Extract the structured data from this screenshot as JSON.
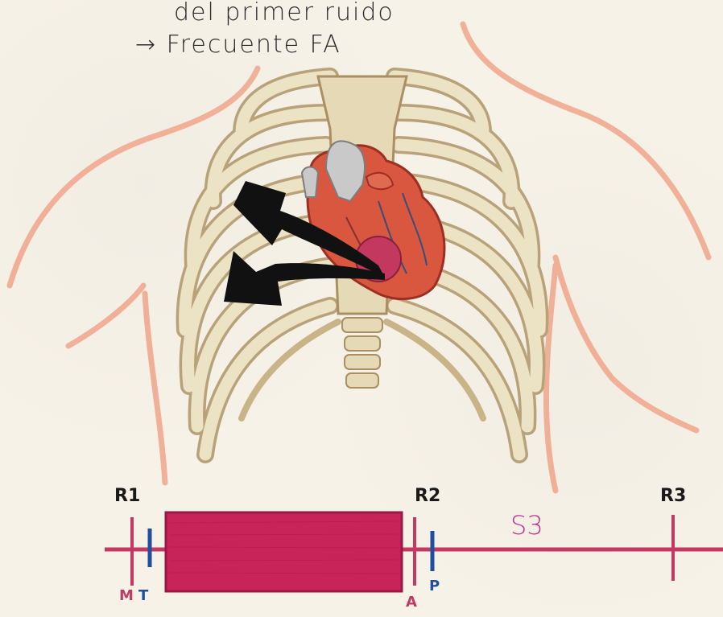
{
  "notes": {
    "line1": "del primer ruido",
    "line2": "→ Frecuente  FA"
  },
  "timeline": {
    "sounds": {
      "r1": "R1",
      "r2": "R2",
      "r3": "R3",
      "s3": "S3"
    },
    "valves": {
      "mitral": "M",
      "tricuspid": "T",
      "aortic": "A",
      "pulmonary": "P"
    }
  },
  "colors": {
    "body_outline": "#f0a58a",
    "bone": "#ece2c4",
    "bone_shadow": "#b8a27a",
    "heart": "#d9573f",
    "arrow": "#111111",
    "timeline": "#c23a64",
    "murmur_fill": "#c9245a",
    "valve_blue": "#1f4f9e",
    "s3_text": "#c0358e"
  }
}
